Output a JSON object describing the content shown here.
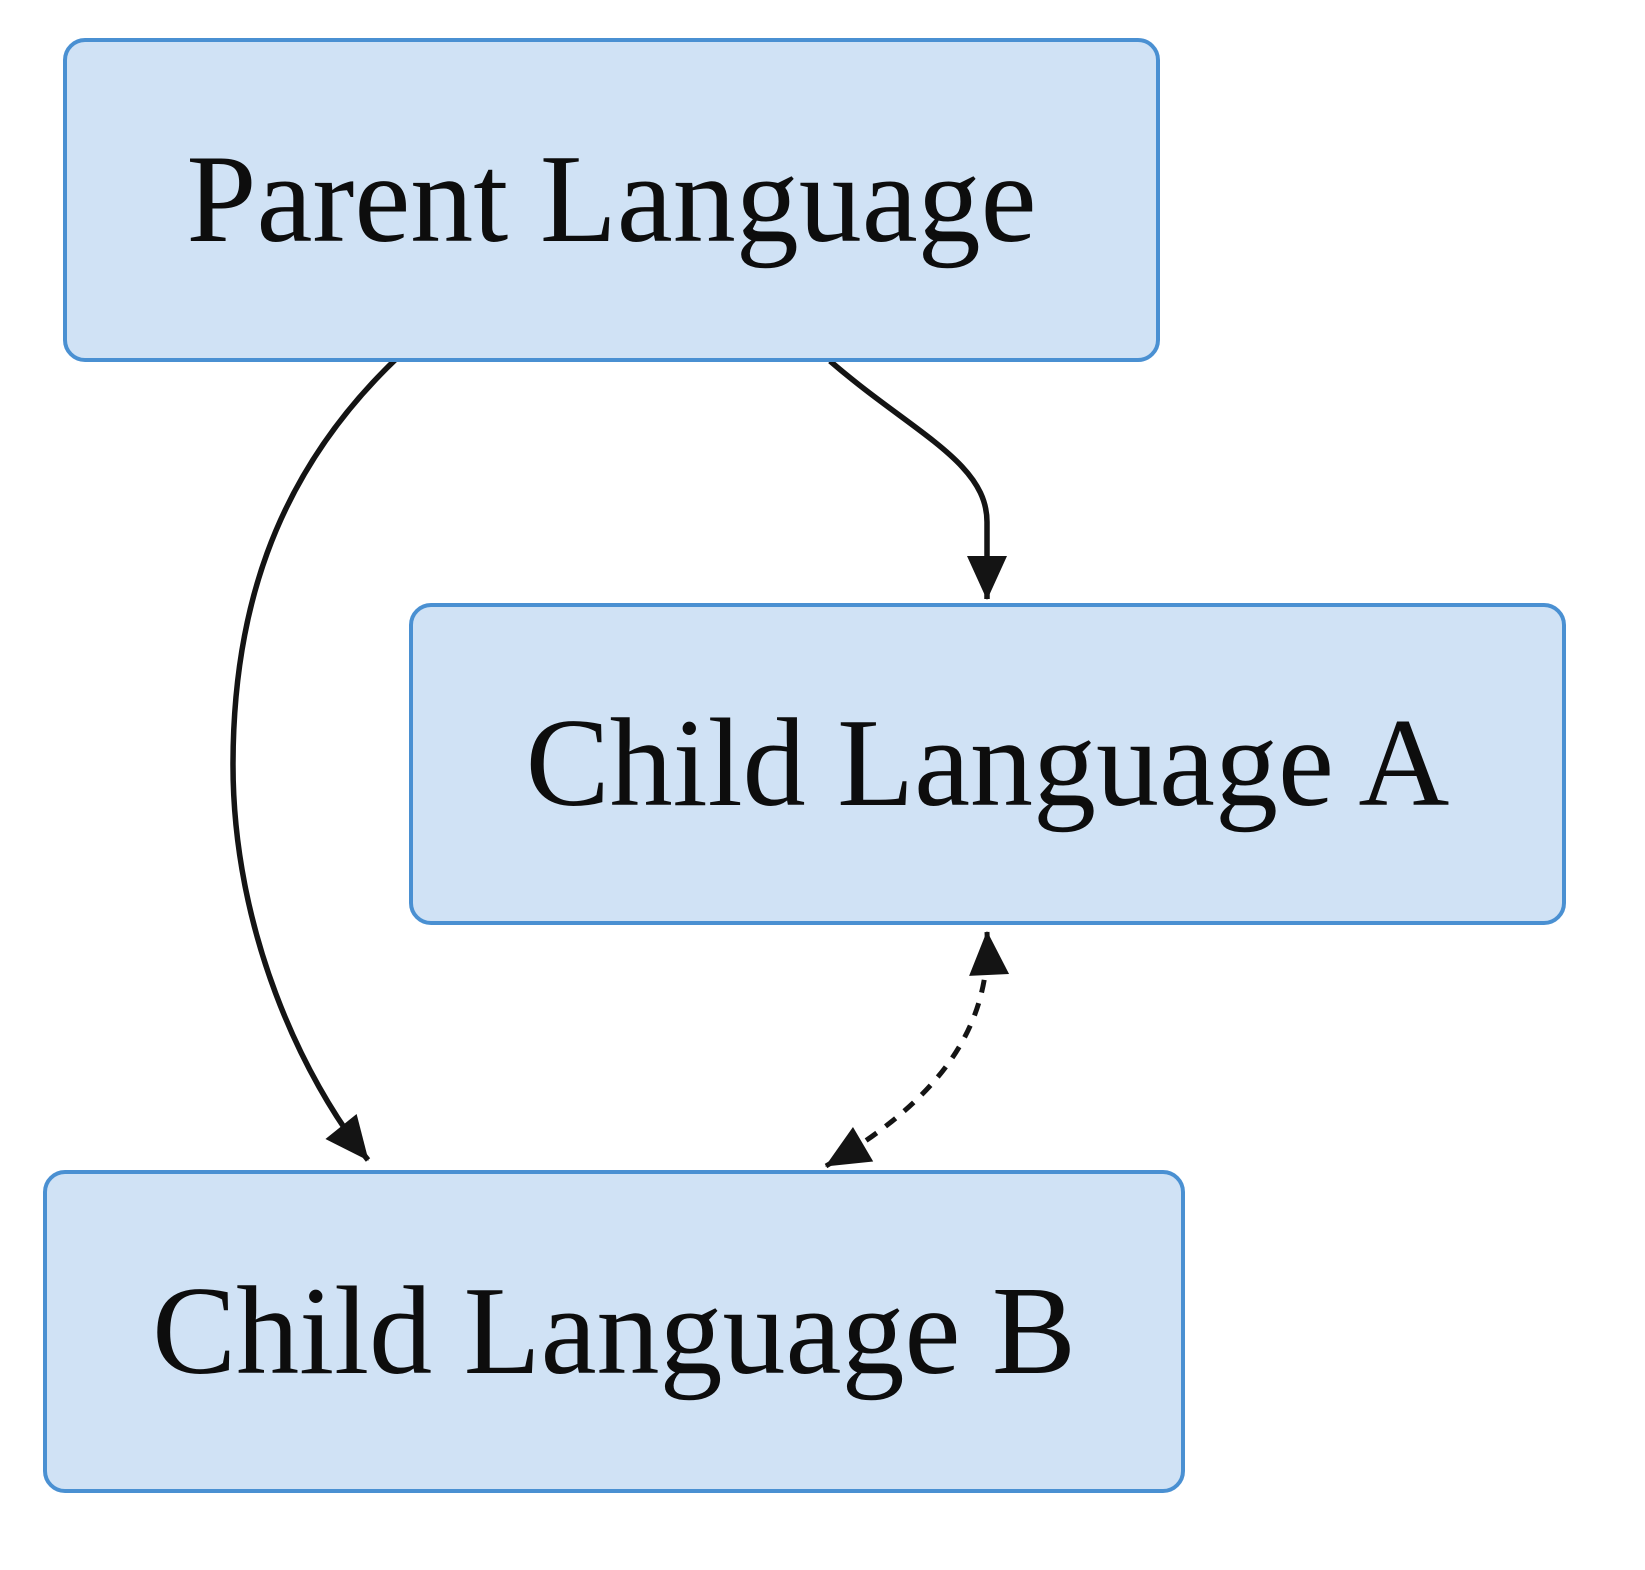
{
  "diagram": {
    "background_color": "#ffffff",
    "node_fill_color": "#d0e2f5",
    "node_border_color": "#4a90d2",
    "edge_color": "#141414",
    "text_color": "#0d0d0d",
    "nodes": [
      {
        "id": "parent",
        "label": "Parent Language"
      },
      {
        "id": "child_a",
        "label": "Child Language A"
      },
      {
        "id": "child_b",
        "label": "Child Language B"
      }
    ],
    "edges": [
      {
        "from": "parent",
        "to": "child_a",
        "style": "solid",
        "direction": "one-way"
      },
      {
        "from": "parent",
        "to": "child_b",
        "style": "solid",
        "direction": "one-way"
      },
      {
        "from": "child_a",
        "to": "child_b",
        "style": "dashed",
        "direction": "two-way"
      }
    ]
  }
}
